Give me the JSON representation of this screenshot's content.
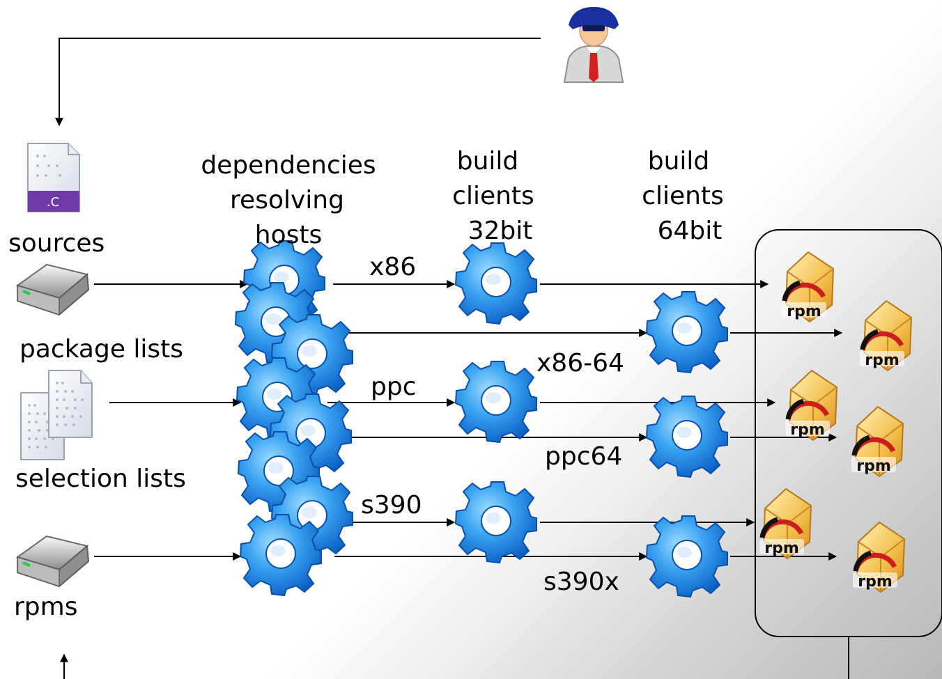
{
  "labels": {
    "sources": "sources",
    "package_lists": "package lists",
    "selection_lists": "selection lists",
    "rpms": "rpms",
    "dep_hosts": [
      "dependencies",
      "resolving",
      "hosts"
    ],
    "build32": [
      "build",
      "clients",
      "32bit"
    ],
    "build64": [
      "build",
      "clients",
      "64bit"
    ]
  },
  "arch": {
    "x86": "x86",
    "x86_64": "x86-64",
    "ppc": "ppc",
    "ppc64": "ppc64",
    "s390": "s390",
    "s390x": "s390x"
  },
  "icons": {
    "user": "user-icon",
    "source_file": "c-source-file-icon",
    "drive": "hard-drive-icon",
    "documents": "documents-icon",
    "gear": "gear-icon",
    "rpm_package": "rpm-package-icon"
  },
  "rpm_badge": "rpm",
  "source_ext": ".C",
  "colors": {
    "gear": "#2f8fe6",
    "rpm_box": "#f2b63a",
    "line": "#000000"
  }
}
